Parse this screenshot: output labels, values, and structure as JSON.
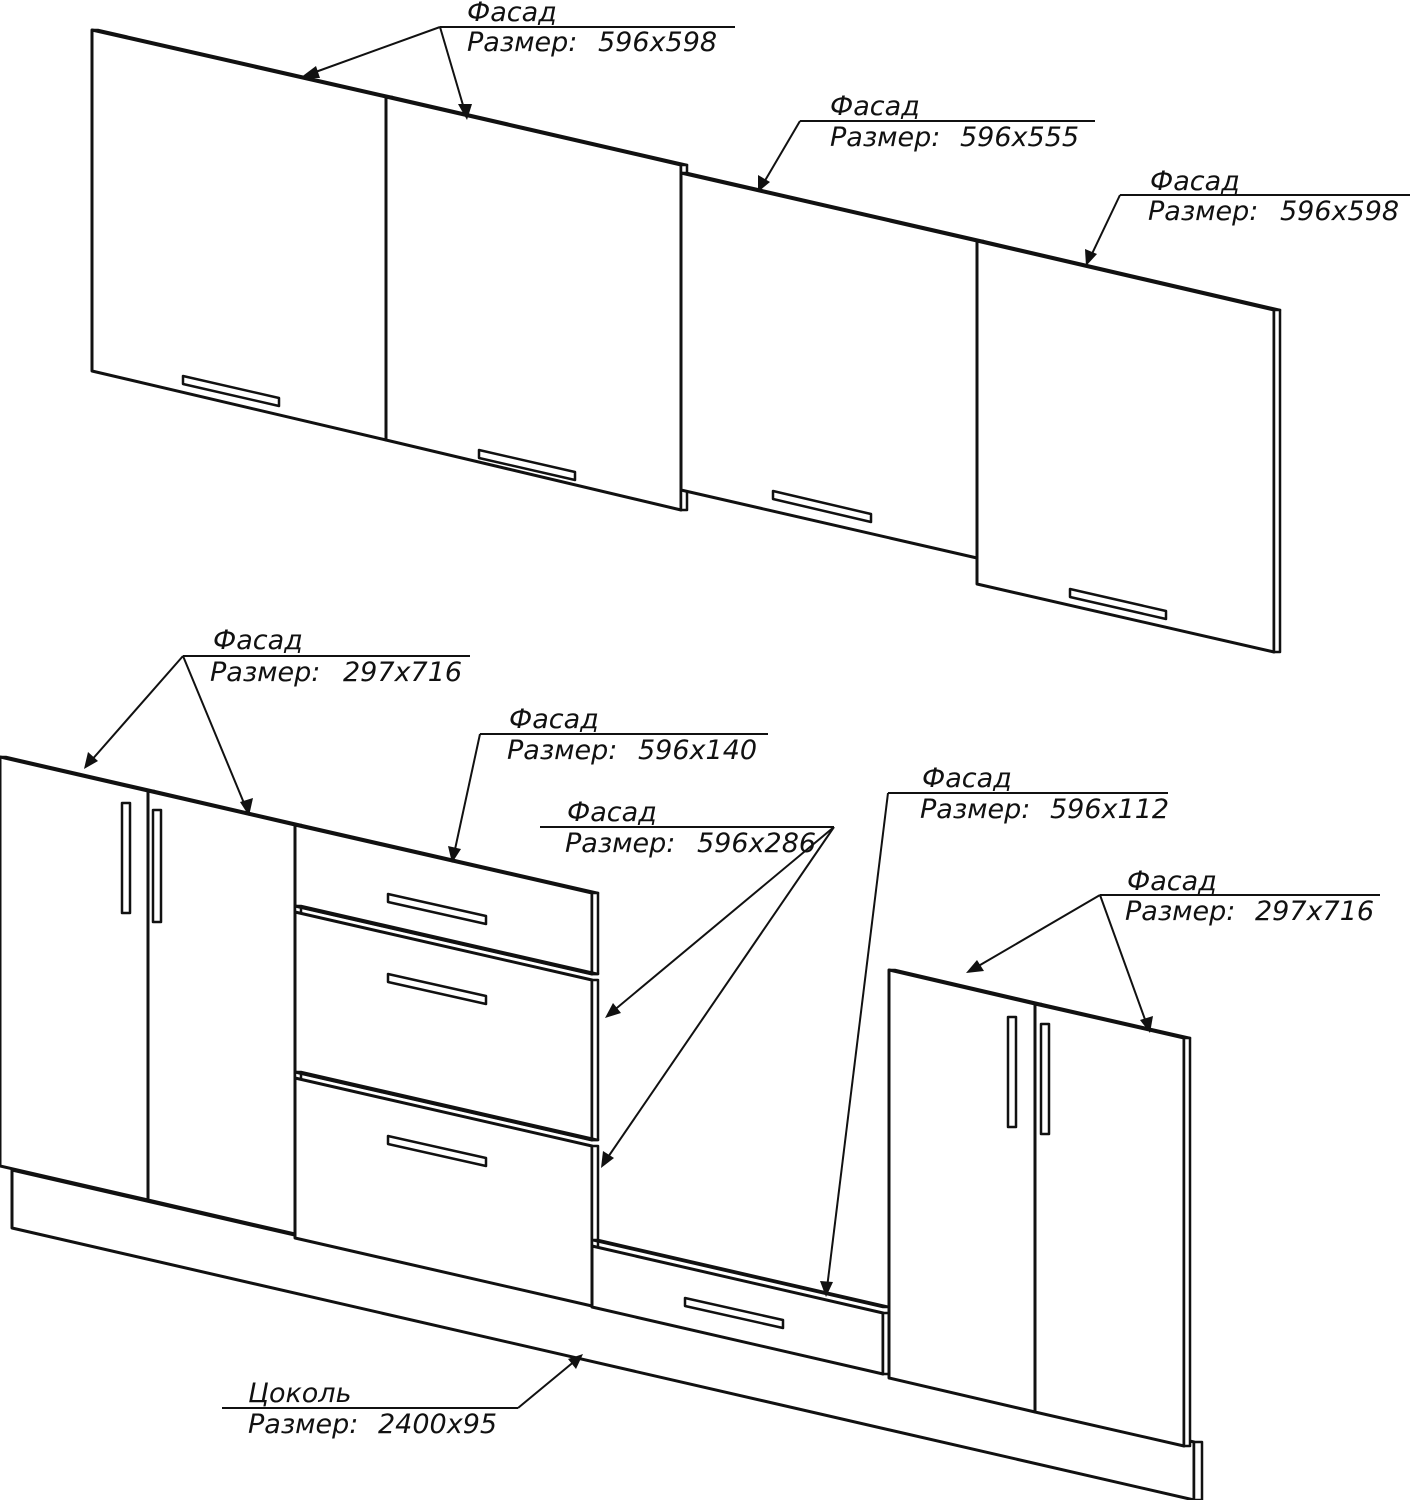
{
  "labels": {
    "upper_a": {
      "name": "Фасад",
      "size_label": "Размер:",
      "size_value": "596x598"
    },
    "upper_b": {
      "name": "Фасад",
      "size_label": "Размер:",
      "size_value": "596x555"
    },
    "upper_c": {
      "name": "Фасад",
      "size_label": "Размер:",
      "size_value": "596x598"
    },
    "lower_a": {
      "name": "Фасад",
      "size_label": "Размер:",
      "size_value": "297x716"
    },
    "lower_b": {
      "name": "Фасад",
      "size_label": "Размер:",
      "size_value": "596x140"
    },
    "lower_c": {
      "name": "Фасад",
      "size_label": "Размер:",
      "size_value": "596x286"
    },
    "lower_d": {
      "name": "Фасад",
      "size_label": "Размер:",
      "size_value": "596x112"
    },
    "lower_e": {
      "name": "Фасад",
      "size_label": "Размер:",
      "size_value": "297x716"
    },
    "plinth": {
      "name": "Цоколь",
      "size_label": "Размер:",
      "size_value": "2400x95"
    }
  },
  "colors": {
    "line": "#111111",
    "background": "#ffffff"
  }
}
